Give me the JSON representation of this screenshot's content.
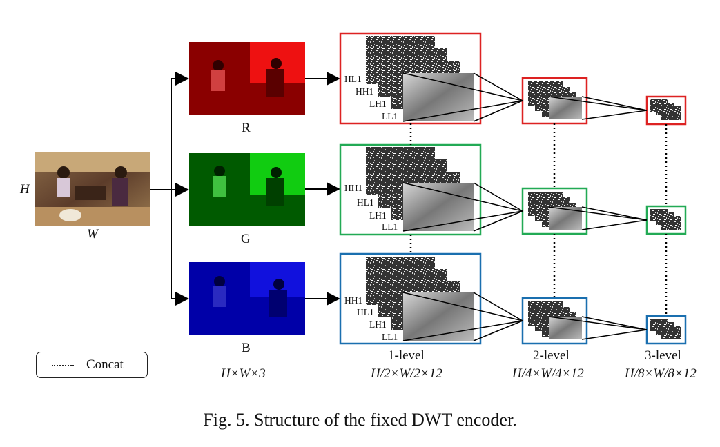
{
  "input": {
    "h_label": "H",
    "w_label": "W"
  },
  "channels": [
    {
      "label": "R",
      "color": "#cc1111"
    },
    {
      "label": "G",
      "color": "#11aa11"
    },
    {
      "label": "B",
      "color": "#1111cc"
    }
  ],
  "channel_dims": "H×W×3",
  "level1": {
    "label": "1-level",
    "dims": "H/2×W/2×12",
    "subbands": [
      [
        "HL1",
        "HH1",
        "LH1",
        "LL1"
      ],
      [
        "HH1",
        "HL1",
        "LH1",
        "LL1"
      ],
      [
        "HH1",
        "HL1",
        "LH1",
        "LL1"
      ]
    ]
  },
  "level2": {
    "label": "2-level",
    "dims": "H/4×W/4×12"
  },
  "level3": {
    "label": "3-level",
    "dims": "H/8×W/8×12"
  },
  "row_box_colors": [
    "#dd2222",
    "#22aa55",
    "#1a6faf"
  ],
  "legend": {
    "label": "Concat"
  },
  "caption": "Fig. 5. Structure of the fixed DWT encoder."
}
